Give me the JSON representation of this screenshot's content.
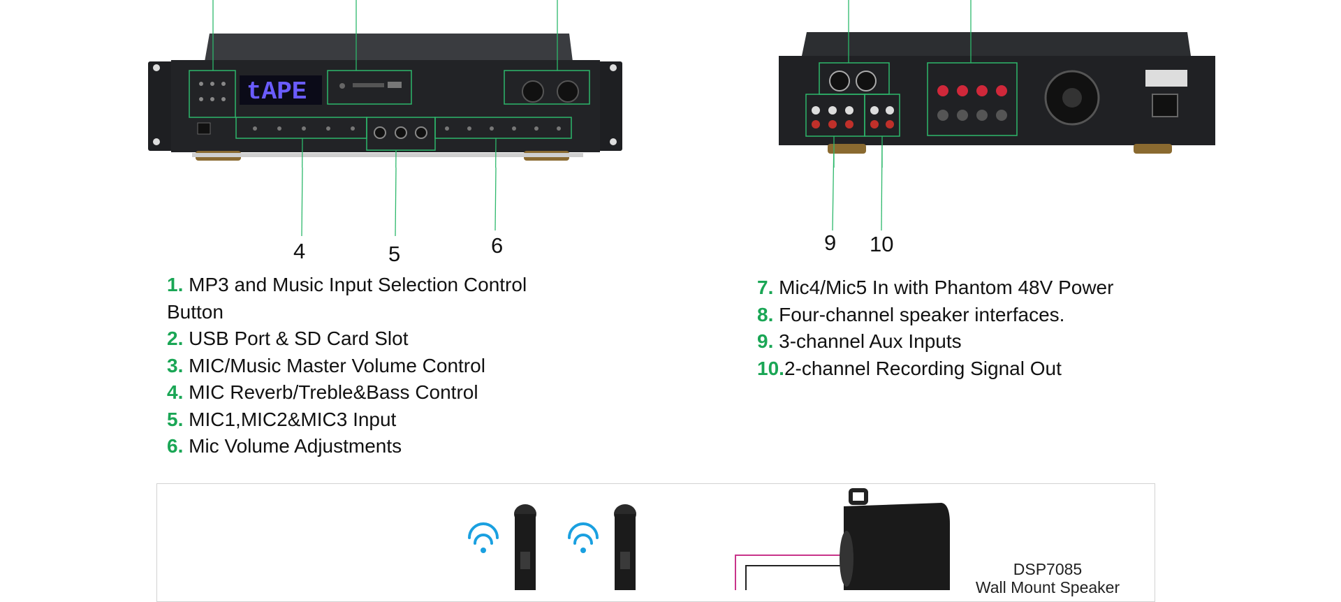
{
  "front_panel": {
    "display_text": "tAPE",
    "callout_numbers": [
      "4",
      "5",
      "6"
    ]
  },
  "rear_panel": {
    "callout_numbers": [
      "9",
      "10"
    ]
  },
  "features_left": [
    {
      "num": "1.",
      "text": "MP3 and Music Input Selection Control Button"
    },
    {
      "num": "2.",
      "text": "USB Port & SD Card Slot"
    },
    {
      "num": "3.",
      "text": "MIC/Music Master Volume Control"
    },
    {
      "num": "4.",
      "text": "MIC Reverb/Treble&Bass Control"
    },
    {
      "num": "5.",
      "text": "MIC1,MIC2&MIC3 Input"
    },
    {
      "num": "6.",
      "text": "Mic Volume Adjustments"
    }
  ],
  "features_right": [
    {
      "num": "7.",
      "text": "Mic4/Mic5 In with Phantom 48V Power"
    },
    {
      "num": "8.",
      "text": "Four-channel speaker interfaces."
    },
    {
      "num": "9.",
      "text": "3-channel  Aux Inputs"
    },
    {
      "num": "10.",
      "text": "2-channel Recording Signal Out"
    }
  ],
  "diagram": {
    "speaker_model": "DSP7085",
    "speaker_name": "Wall Mount Speaker"
  },
  "colors": {
    "accent_green": "#1aa655",
    "callout_line": "#2db86b",
    "display_blue": "#6a5cff",
    "wifi_blue": "#1aa0e0",
    "wire_pink": "#c8348a"
  }
}
